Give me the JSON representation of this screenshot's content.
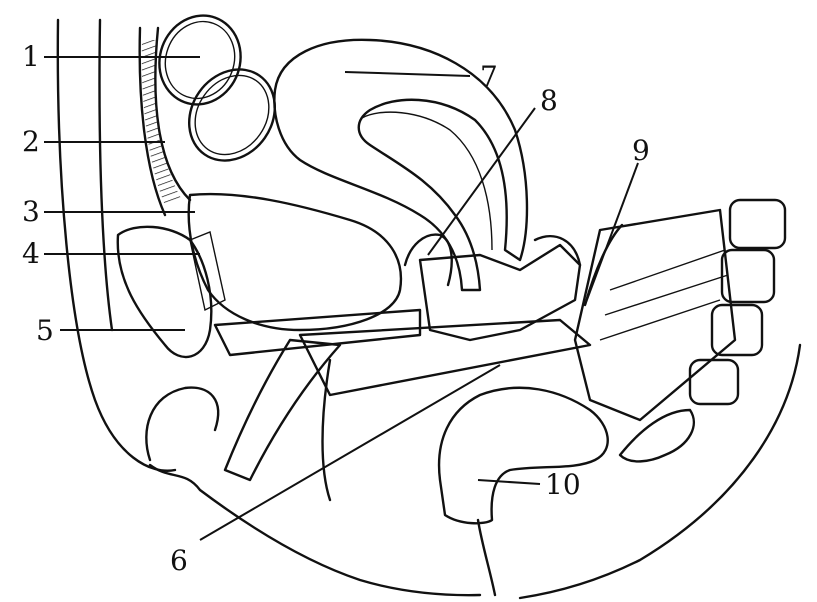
{
  "figure": {
    "labels": [
      "1",
      "2",
      "3",
      "4",
      "5",
      "6",
      "7",
      "8",
      "9",
      "10"
    ],
    "colors": {
      "ink": "#111111",
      "paper": "#ffffff"
    }
  }
}
